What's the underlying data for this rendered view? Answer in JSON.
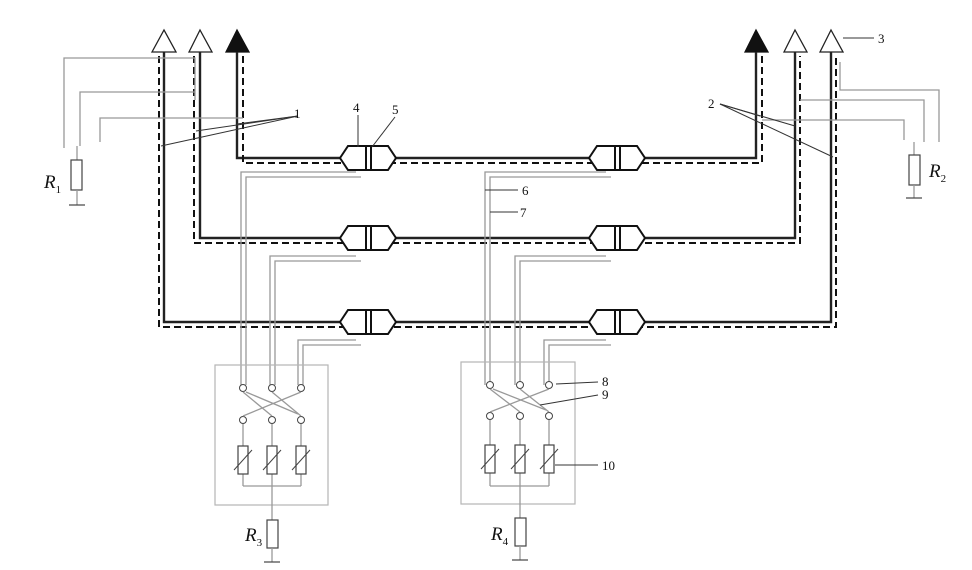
{
  "callouts": {
    "n1": "1",
    "n2": "2",
    "n3": "3",
    "n4": "4",
    "n5": "5",
    "n6": "6",
    "n7": "7",
    "n8": "8",
    "n9": "9",
    "n10": "10"
  },
  "resistors": {
    "r1": {
      "letter": "R",
      "sub": "1"
    },
    "r2": {
      "letter": "R",
      "sub": "2"
    },
    "r3": {
      "letter": "R",
      "sub": "3"
    },
    "r4": {
      "letter": "R",
      "sub": "4"
    }
  },
  "colors": {
    "line": "#222222",
    "thin": "#999999",
    "box": "#b5b5b5"
  }
}
